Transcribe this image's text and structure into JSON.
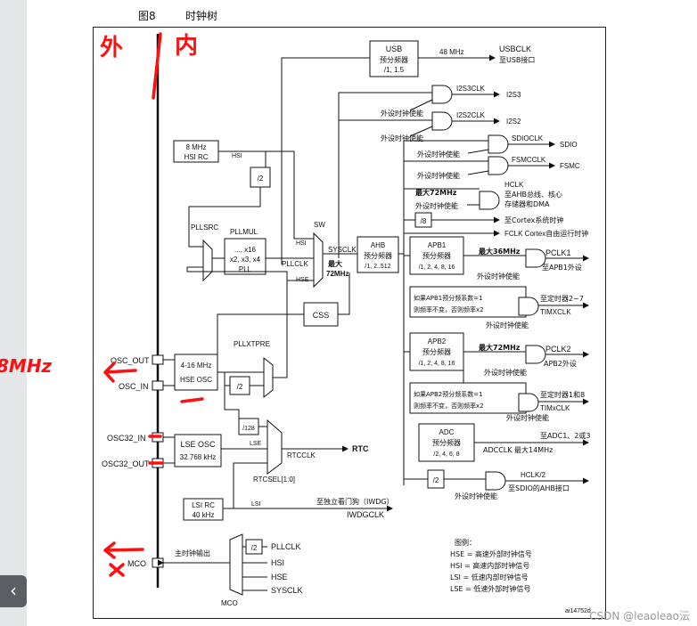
{
  "figure": {
    "number": "图8",
    "title": "时钟树",
    "code": "ai14752d"
  },
  "annotations": {
    "outside": "外",
    "inside": "内",
    "freq": "8MHz"
  },
  "usb": {
    "name": "USB",
    "sub": "预分频器",
    "ratio": "/1, 1.5",
    "freq": "48 MHz",
    "out": "USBCLK",
    "dest": "至USB接口"
  },
  "i2s": {
    "s3clk": "I2S3CLK",
    "s3": "I2S3",
    "s2clk": "I2S2CLK",
    "s2": "I2S2"
  },
  "enable": "外设时钟使能",
  "hsi_rc": {
    "l1": "8 MHz",
    "l2": "HSI RC",
    "sig": "HSI"
  },
  "div2": "/2",
  "sdio": {
    "clk": "SDIOCLK",
    "out": "SDIO"
  },
  "fsmc": {
    "clk": "FSMCCLK",
    "out": "FSMC"
  },
  "hclk": {
    "name": "HCLK",
    "l1": "至AHB总线、核心",
    "l2": "存储器和DMA",
    "max": "最大72MHz"
  },
  "cortex": {
    "div": "/8",
    "l1": "至Cortex系统时钟",
    "l2": "FCLK Cortex自由运行时钟"
  },
  "pll": {
    "src": "PLLSRC",
    "mul": "PLLMUL",
    "r1": "..., x16",
    "r2": "x2, x3, x4",
    "r3": "PLL",
    "clk": "PLLCLK",
    "xtpre": "PLLXTPRE"
  },
  "sw": {
    "name": "SW",
    "hsi": "HSI",
    "pllclk": "PLLCLK",
    "hse": "HSE",
    "sysclk": "SYSCLK",
    "max1": "最大",
    "max2": "72MHz"
  },
  "ahb": {
    "name": "AHB",
    "sub": "预分频器",
    "ratio": "/1, 2..512"
  },
  "apb1": {
    "name": "APB1",
    "sub": "预分频器",
    "ratio": "/1, 2, 4, 8, 16",
    "max": "最大36MHz",
    "pclk": "PCLK1",
    "dest": "至APB1外设"
  },
  "tim1": {
    "n1": "如果APB1预分频系数=1",
    "n2": "则频率不变，否则频率x2",
    "dest": "至定时器2~7",
    "clk": "TIMXCLK"
  },
  "css": "CSS",
  "apb2": {
    "name": "APB2",
    "sub": "预分频器",
    "ratio": "/1, 2, 4, 8, 16",
    "max": "最大72MHz",
    "pclk": "PCLK2",
    "dest": "APB2外设"
  },
  "tim2": {
    "n1": "如果APB2预分频系数=1",
    "n2": "则频率不变，否则频率x2",
    "dest": "至定时器1和8",
    "clk": "TIMxCLK"
  },
  "adc": {
    "name": "ADC",
    "sub": "预分频器",
    "ratio": "/2, 4, 6, 8",
    "dest": "至ADC1、2或3",
    "clk": "ADCCLK 最大14MHz"
  },
  "hclk2": {
    "name": "HCLK/2",
    "dest": "至SDIO的AHB接口"
  },
  "osc": {
    "out": "OSC_OUT",
    "in": "OSC_IN",
    "hse1": "4-16 MHz",
    "hse2": "HSE OSC"
  },
  "lse": {
    "in": "OSC32_IN",
    "out": "OSC32_OUT",
    "l1": "LSE OSC",
    "l2": "32.768 kHz",
    "sig": "LSE",
    "div128": "/128"
  },
  "rtc": {
    "clk": "RTCCLK",
    "out": "RTC",
    "sel": "RTCSEL[1:0]"
  },
  "lsi": {
    "l1": "LSI RC",
    "l2": "40 kHz",
    "sig": "LSI",
    "dest": "至独立看门狗（IWDG）",
    "clk": "IWDGCLK"
  },
  "mco": {
    "pin": "MCO",
    "label": "主时钟输出",
    "mux": "MCO",
    "i1": "PLLCLK",
    "i2": "HSI",
    "i3": "HSE",
    "i4": "SYSCLK"
  },
  "legend": {
    "title": "图例：",
    "items": [
      "HSE = 高速外部时钟信号",
      "HSI = 高速内部时钟信号",
      "LSI = 低速内部时钟信号",
      "LSE = 低速外部时钟信号"
    ]
  },
  "watermark": "CSDN @leaoleao沄",
  "back_glyph": "‹"
}
